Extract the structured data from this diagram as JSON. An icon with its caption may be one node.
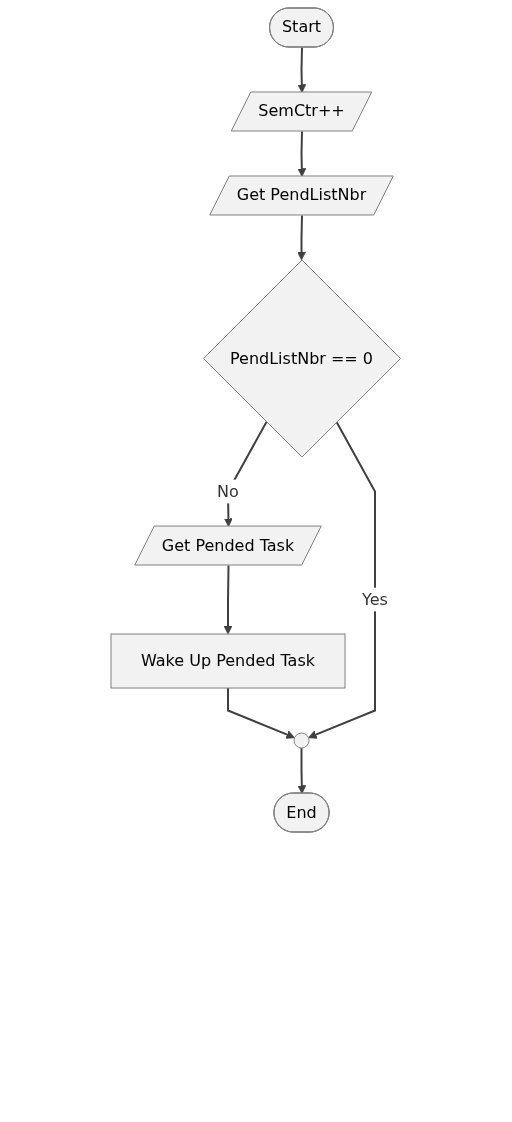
{
  "diagram": {
    "nodes": [
      {
        "text": [
          "Start"
        ]
      },
      {
        "text": [
          "SemCtr++"
        ]
      },
      {
        "text": [
          "Get PendListNbr"
        ]
      },
      {
        "text": [
          "PendListNbr == 0"
        ]
      },
      {
        "text": [
          "Get Pended Task"
        ]
      },
      {
        "text": [
          "Wake Up Pended Task"
        ]
      },
      {
        "text": [],
        "shape": "circle"
      },
      {
        "text": [
          "End"
        ]
      }
    ],
    "edges": [
      {
        "from": 0,
        "to": 1,
        "arrow": "to"
      },
      {
        "from": 1,
        "to": 2,
        "arrow": "to"
      },
      {
        "from": 2,
        "to": 3,
        "arrow": "to"
      },
      {
        "from": 3,
        "to": 4,
        "label": "No",
        "arrow": "to"
      },
      {
        "from": 4,
        "to": 5,
        "arrow": "to"
      },
      {
        "from": 5,
        "to": 6,
        "arrow": "to"
      },
      {
        "from": 3,
        "to": 6,
        "label": "Yes",
        "arrow": "to"
      },
      {
        "from": 6,
        "to": 7,
        "arrow": "to"
      }
    ]
  }
}
